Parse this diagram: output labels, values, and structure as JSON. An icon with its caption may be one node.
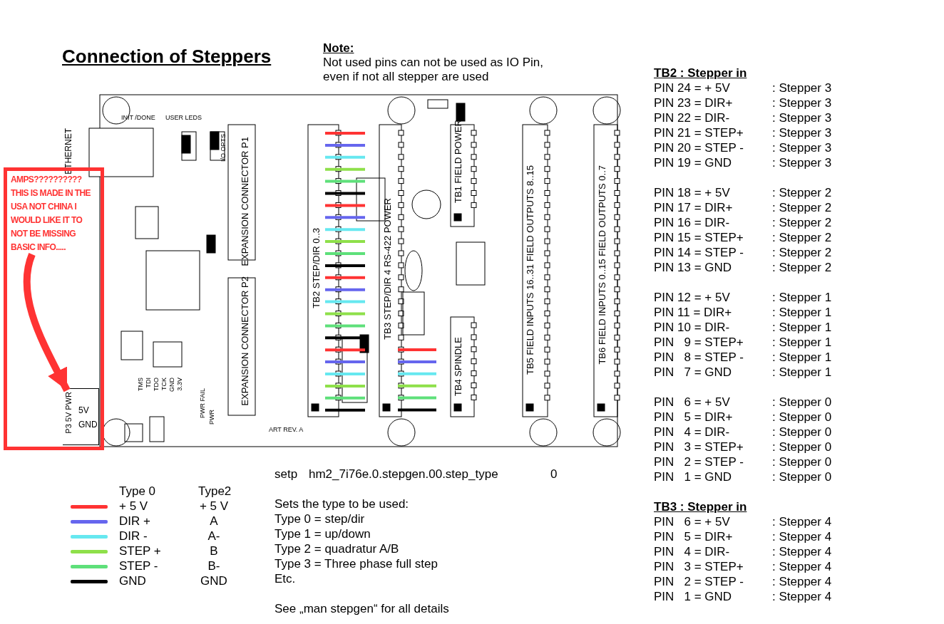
{
  "diagram": {
    "title": "Connection of Steppers",
    "nodes": [
      {
        "text": [
          "AMPS?????????? THIS IS MADE IN THE USA NOT CHINA I WOULD LIKE IT TO NOT BE MISSING BASIC INFO....."
        ]
      },
      {
        "text": [
          "P3 5V PWR",
          "5V",
          "GND"
        ]
      }
    ],
    "edges": [
      {
        "from": 0,
        "to": 1,
        "arrow": "to"
      }
    ],
    "labels": [
      "Note:",
      "Not used pins can not be used as IO Pin, even if not all stepper are used",
      "ETHERNET",
      "INIT /DONE",
      "USER LEDS",
      "I/O OPTS",
      "EXPANSION CONNECTOR P1",
      "EXPANSION CONNECTOR P2",
      "TB2 STEP/DIR 0..3",
      "TB3 STEP/DIR 4 RS-422 POWER",
      "TB1 FIELD POWER",
      "TB4 SPINDLE",
      "TB5 FIELD INPUTS 16..31 FIELD OUTPUTS 8..15",
      "TB6 FIELD INPUTS 0..15 FIELD OUTPUTS 0..7",
      "TMS",
      "TDI",
      "TDO",
      "TCK",
      "GND",
      "3.3V",
      "PWR FAIL",
      "PWR",
      "ART REV. A",
      "Type 0",
      "Type2",
      "+ 5 V",
      "A",
      "A-",
      "B",
      "B-",
      "GND",
      "setp",
      "hm2_7i76e.0.stepgen.00.step_type",
      "0",
      "Sets the type to be used:",
      "Type 0 = step/dir",
      "Type 1 = up/down",
      "Type 2 = quadratur A/B",
      "Type 3 = Three phase full step",
      "Etc.",
      "See „man stepgen“ for all details",
      "TB2 : Stepper in",
      "PIN 24 = + 5V",
      ": Stepper 3",
      "PIN 23 = DIR+",
      ": Stepper 3",
      "PIN 22 = DIR-",
      ": Stepper 3",
      "PIN 21 = STEP+",
      ": Stepper 3",
      "PIN 20 = STEP -",
      ": Stepper 3",
      "PIN 19 = GND",
      ": Stepper 3",
      "PIN 18 = + 5V",
      ": Stepper 2",
      "PIN 17 = DIR+",
      ": Stepper 2",
      "PIN 16 = DIR-",
      ": Stepper 2",
      "PIN 15 = STEP+",
      ": Stepper 2",
      "PIN 14 = STEP -",
      ": Stepper 2",
      "PIN 13 = GND",
      ": Stepper 2",
      "PIN 12 = + 5V",
      ": Stepper 1",
      "PIN 11 = DIR+",
      ": Stepper 1",
      "PIN 10 = DIR-",
      ": Stepper 1",
      "PIN   9 = STEP+",
      ": Stepper 1",
      "PIN   8 = STEP -",
      ": Stepper 1",
      "PIN   7 = GND",
      ": Stepper 1",
      "PIN   6 = + 5V",
      ": Stepper 0",
      "PIN   5 = DIR+",
      ": Stepper 0",
      "PIN   4 = DIR-",
      ": Stepper 0",
      "PIN   3 = STEP+",
      ": Stepper 0",
      "PIN   2 = STEP -",
      ": Stepper 0",
      "PIN   1 = GND",
      ": Stepper 0",
      "TB3 : Stepper in",
      "PIN   6 = + 5V",
      ": Stepper 4",
      "PIN   5 = DIR+",
      ": Stepper 4",
      "PIN   4 = DIR-",
      ": Stepper 4",
      "PIN   3 = STEP+",
      ": Stepper 4",
      "PIN   2 = STEP -",
      ": Stepper 4",
      "PIN   1 = GND",
      ": Stepper 4"
    ],
    "legend": [
      {
        "text": "+ 5 V",
        "color": "#ff3333"
      },
      {
        "text": "DIR +",
        "color": "#6666ee"
      },
      {
        "text": "DIR -",
        "color": "#66e8f0"
      },
      {
        "text": "STEP +",
        "color": "#8ee04a"
      },
      {
        "text": "STEP -",
        "color": "#5ee07a"
      },
      {
        "text": "GND",
        "color": "#000000"
      }
    ]
  }
}
